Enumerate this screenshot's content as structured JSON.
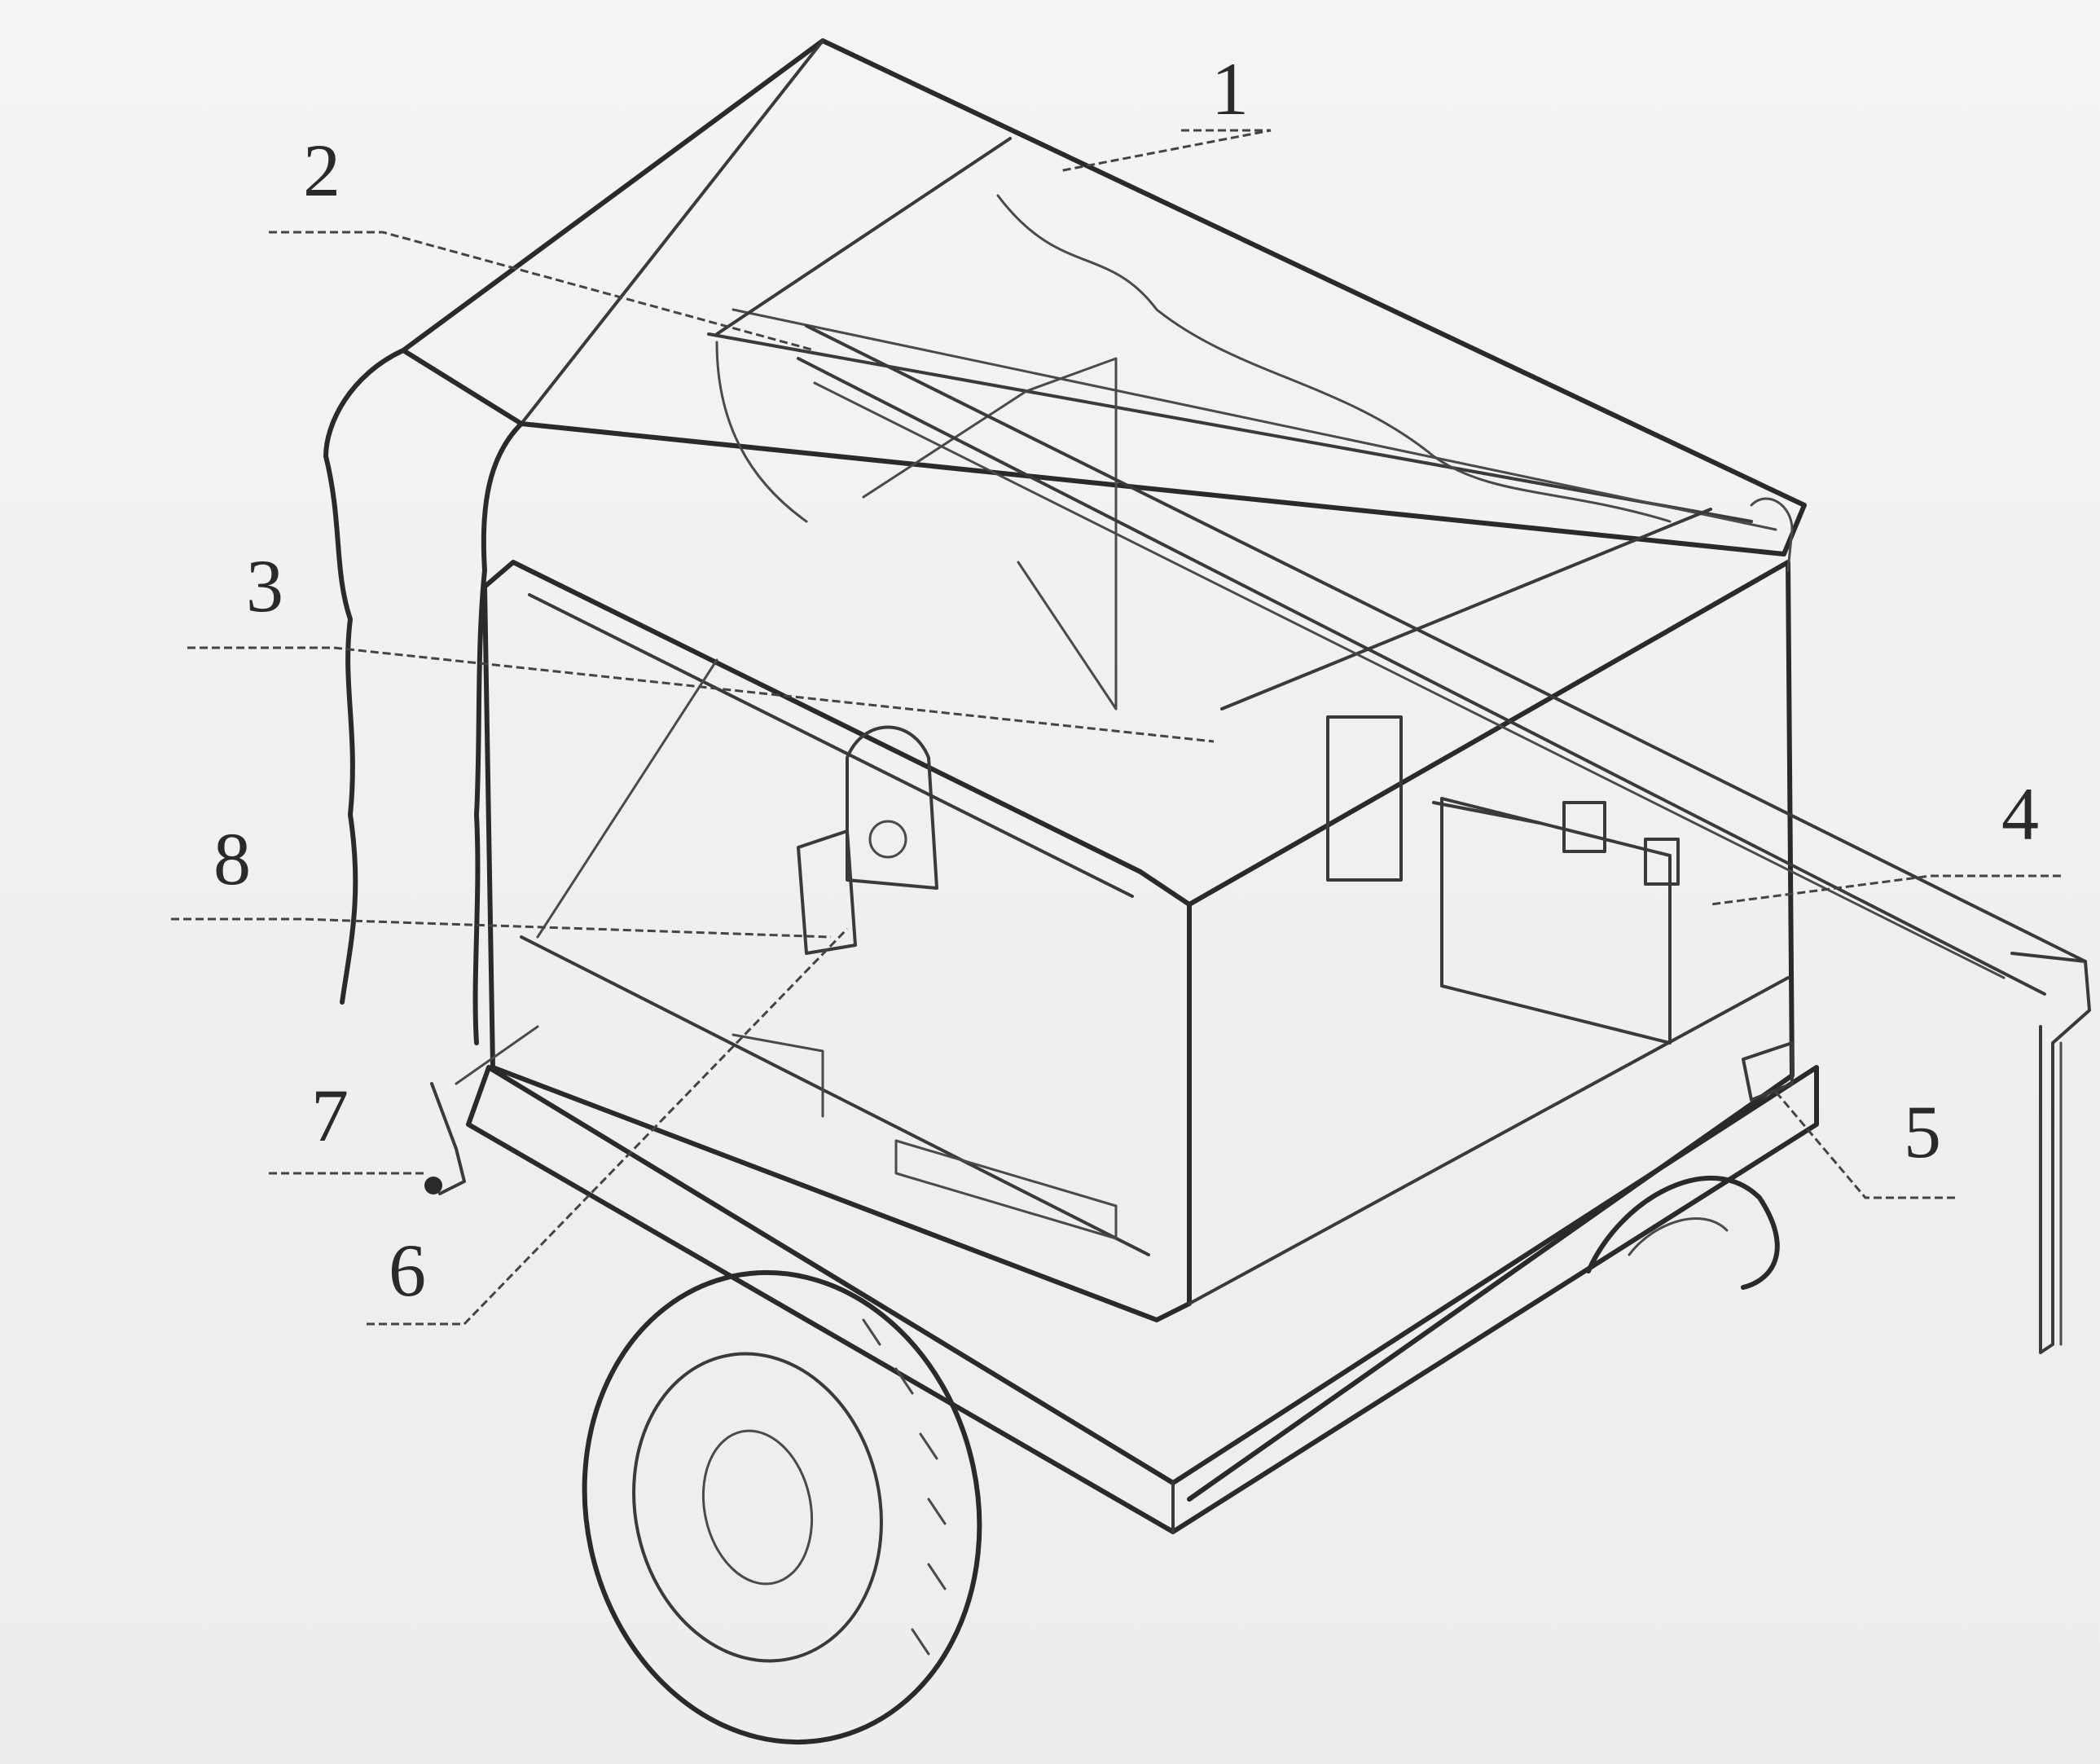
{
  "callouts": [
    {
      "id": "1",
      "text": "1"
    },
    {
      "id": "2",
      "text": "2"
    },
    {
      "id": "3",
      "text": "3"
    },
    {
      "id": "4",
      "text": "4"
    },
    {
      "id": "5",
      "text": "5"
    },
    {
      "id": "6",
      "text": "6"
    },
    {
      "id": "7",
      "text": "7"
    },
    {
      "id": "8",
      "text": "8"
    }
  ],
  "colors": {
    "ink": "#2a2a2a",
    "paper": "#f2f2f0"
  }
}
